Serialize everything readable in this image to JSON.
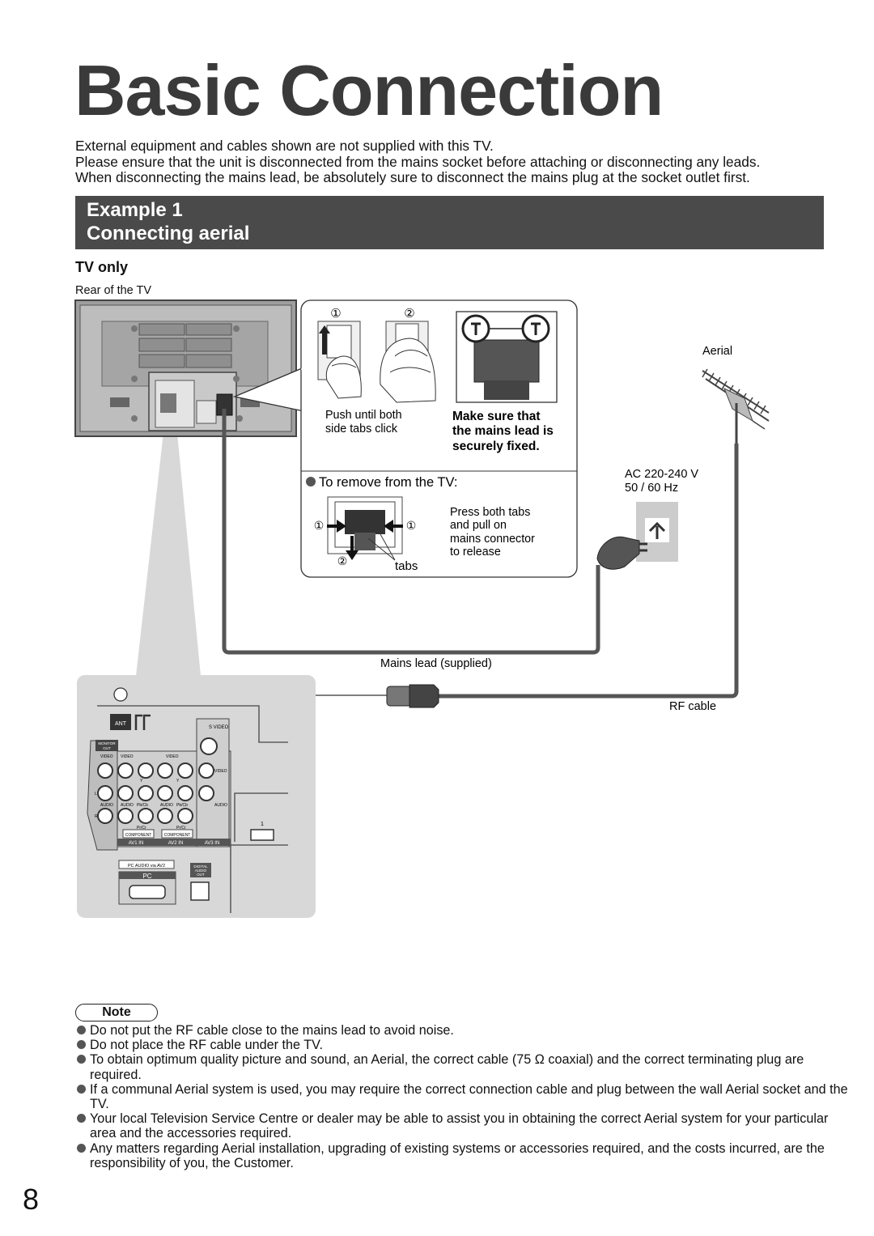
{
  "title": "Basic Connection",
  "intro": [
    "External equipment and cables shown are not supplied with this TV.",
    "Please ensure that the unit is disconnected from the mains socket before attaching or disconnecting any leads.",
    "When disconnecting the mains lead, be absolutely sure to disconnect the mains plug at the socket outlet first."
  ],
  "example": {
    "line1": "Example 1",
    "line2": "Connecting aerial"
  },
  "subheading": "TV only",
  "diagram": {
    "rear_label": "Rear of the TV",
    "step1": "①",
    "step2": "②",
    "push_text": [
      "Push until both",
      "side tabs click"
    ],
    "make_sure": [
      "Make sure that",
      "the mains lead is",
      "securely fixed."
    ],
    "remove_heading": "To remove from the TV:",
    "press_text": [
      "Press both tabs",
      "and pull on",
      "mains connector",
      "to release"
    ],
    "tabs_label": "tabs",
    "aerial_label": "Aerial",
    "ac_label": [
      "AC 220-240 V",
      "50 / 60 Hz"
    ],
    "mains_lead_label": "Mains lead (supplied)",
    "rf_cable_label": "RF cable",
    "panel": {
      "ant": "ANT",
      "monitor_out": [
        "MONITOR",
        "OUT"
      ],
      "video": "VIDEO",
      "audio": "AUDIO",
      "s_video": "S VIDEO",
      "y": "Y",
      "l": "L",
      "r": "R",
      "pb": "Pb/Cb",
      "pr": "Pr/Cr",
      "component": "COMPONENT",
      "av1": "AV1 IN",
      "av2": "AV2 IN",
      "av3": "AV3 IN",
      "pc_audio": "PC  AUDIO  via  AV2",
      "pc": "PC",
      "digital_audio": [
        "DIGITAL",
        "AUDIO",
        "OUT"
      ],
      "hdmi_num": "1"
    }
  },
  "note_label": "Note",
  "notes": [
    "Do not put the RF cable close to the mains lead to avoid noise.",
    "Do not place the RF cable under the TV.",
    "To obtain optimum quality picture and sound, an Aerial, the correct cable (75 Ω coaxial) and the correct terminating plug are required.",
    "If a communal Aerial system is used, you may require the correct connection cable and plug between the wall Aerial socket and the TV.",
    "Your local Television Service Centre or dealer may be able to assist you in obtaining the correct Aerial system for your particular area and the accessories required.",
    "Any matters regarding Aerial installation, upgrading of existing systems or accessories required, and the costs incurred, are the responsibility of you, the Customer."
  ],
  "page_number": "8"
}
